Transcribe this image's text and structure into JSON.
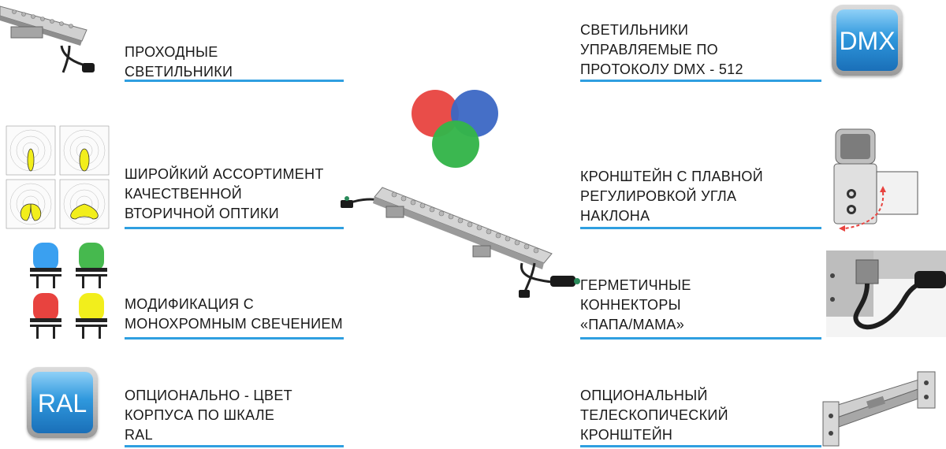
{
  "features_left": [
    {
      "label": "ПРОХОДНЫЕ\nСВЕТИЛЬНИКИ",
      "icon": "pass-through-fixture-icon"
    },
    {
      "label": "ШИРОЙКИЙ АССОРТИМЕНТ\nКАЧЕСТВЕННОЙ\nВТОРИЧНОЙ ОПТИКИ",
      "icon": "optics-diagram-icon"
    },
    {
      "label": "МОДИФИКАЦИЯ С\nМОНОХРОМНЫМ СВЕЧЕНИЕМ",
      "icon": "monochrome-led-icon"
    },
    {
      "label": "ОПЦИОНАЛЬНО - ЦВЕТ\nКОРПУСА ПО ШКАЛЕ\nRAL",
      "icon": "ral-icon"
    }
  ],
  "features_right": [
    {
      "label": "СВЕТИЛЬНИКИ\nУПРАВЛЯЕМЫЕ ПО\nПРОТОКОЛУ DMX - 512",
      "icon": "dmx-icon"
    },
    {
      "label": "КРОНШТЕЙН С ПЛАВНОЙ\nРЕГУЛИРОВКОЙ УГЛА\nНАКЛОНА",
      "icon": "tilt-bracket-icon"
    },
    {
      "label": "ГЕРМЕТИЧНЫЕ\nКОННЕКТОРЫ\n«ПАПА/МАМА»",
      "icon": "connector-icon"
    },
    {
      "label": "ОПЦИОНАЛЬНЫЙ\nТЕЛЕСКОПИЧЕСКИЙ\nКРОНШТЕЙН",
      "icon": "telescopic-bracket-icon"
    }
  ],
  "badges": {
    "dmx": "DMX",
    "ral": "RAL"
  },
  "colors": {
    "accent_rule": "#2f9fe0",
    "red": "#e8433f",
    "blue": "#3b67c4",
    "green": "#35b54a",
    "yellow": "#f2ee1c"
  }
}
